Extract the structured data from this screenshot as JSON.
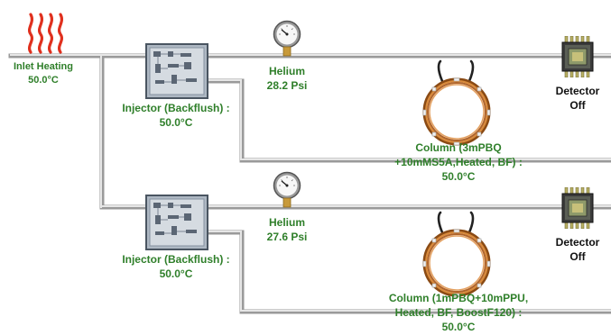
{
  "inlet": {
    "title": "Inlet Heating",
    "temp": "50.0°C"
  },
  "channels": [
    {
      "injector": {
        "title": "Injector (Backflush) :",
        "temp": "50.0°C"
      },
      "helium": {
        "title": "Helium",
        "pressure": "28.2 Psi"
      },
      "column": {
        "line1": "Column (3mPBQ",
        "line2": "+10mMS5A,Heated, BF) :",
        "temp": "50.0°C"
      },
      "detector": {
        "title": "Detector",
        "state": "Off"
      }
    },
    {
      "injector": {
        "title": "Injector (Backflush) :",
        "temp": "50.0°C"
      },
      "helium": {
        "title": "Helium",
        "pressure": "27.6 Psi"
      },
      "column": {
        "line1": "Column (1mPBQ+10mPPU,",
        "line2": "Heated, BF, BoostF120) :",
        "temp": "50.0°C"
      },
      "detector": {
        "title": "Detector",
        "state": "Off"
      }
    }
  ],
  "colors": {
    "label_green": "#2f7f2a",
    "pipe": "#c9c9c9",
    "heater": "#e0301e",
    "coil": "#c8792c"
  }
}
